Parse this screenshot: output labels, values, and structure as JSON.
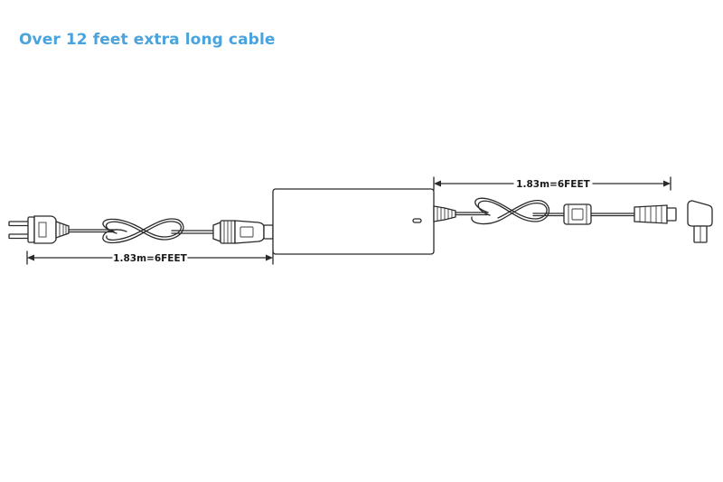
{
  "headline": "Over 12 feet extra long cable",
  "accent_color": "#4aa3dc",
  "dimensions": {
    "ac_cord_length": "1.83m=6FEET",
    "dc_cable_length": "1.83m=6FEET"
  },
  "components": {
    "ac_plug": "plug-icon",
    "adapter": "power-brick-icon",
    "dc_plug": "right-angle-barrel-plug-icon"
  }
}
